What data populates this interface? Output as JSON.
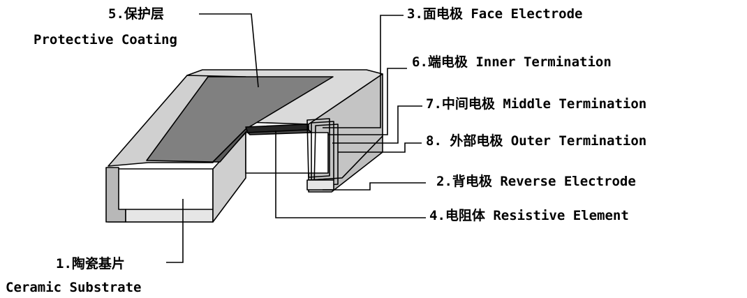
{
  "labels": {
    "protective_coating": {
      "number": "5.",
      "zh": "保护层",
      "en": "Protective Coating"
    },
    "face_electrode": {
      "text": "3.面电极 Face Electrode"
    },
    "inner_termination": {
      "text": "6.端电极 Inner Termination"
    },
    "middle_termination": {
      "text": "7.中间电极 Middle Termination"
    },
    "outer_termination": {
      "text": "8. 外部电极 Outer Termination"
    },
    "reverse_electrode": {
      "text": "2.背电极 Reverse Electrode"
    },
    "resistive_element": {
      "text": "4.电阻体 Resistive Element"
    },
    "ceramic_substrate": {
      "number": "1.",
      "zh": "陶瓷基片",
      "en": "Ceramic Substrate"
    }
  },
  "colors": {
    "line": "#000000",
    "coating": "#7a7a7a",
    "coating_top": "#848484",
    "light_face": "#cfcfcf",
    "side_face": "#b0b0b0",
    "substrate_face": "#ffffff",
    "resistive_layer": "#262626"
  }
}
